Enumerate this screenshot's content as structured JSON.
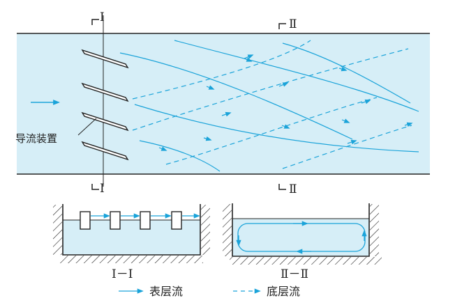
{
  "labels": {
    "section_1": "Ⅰ",
    "section_2": "Ⅱ",
    "device": "导流装置",
    "cs_1": "Ⅰ－Ⅰ",
    "cs_2": "Ⅱ－Ⅱ",
    "legend_surface": "表层流",
    "legend_bottom": "底层流"
  },
  "colors": {
    "water": "#d6eef7",
    "flow": "#1aa3d9",
    "outline": "#222222"
  }
}
